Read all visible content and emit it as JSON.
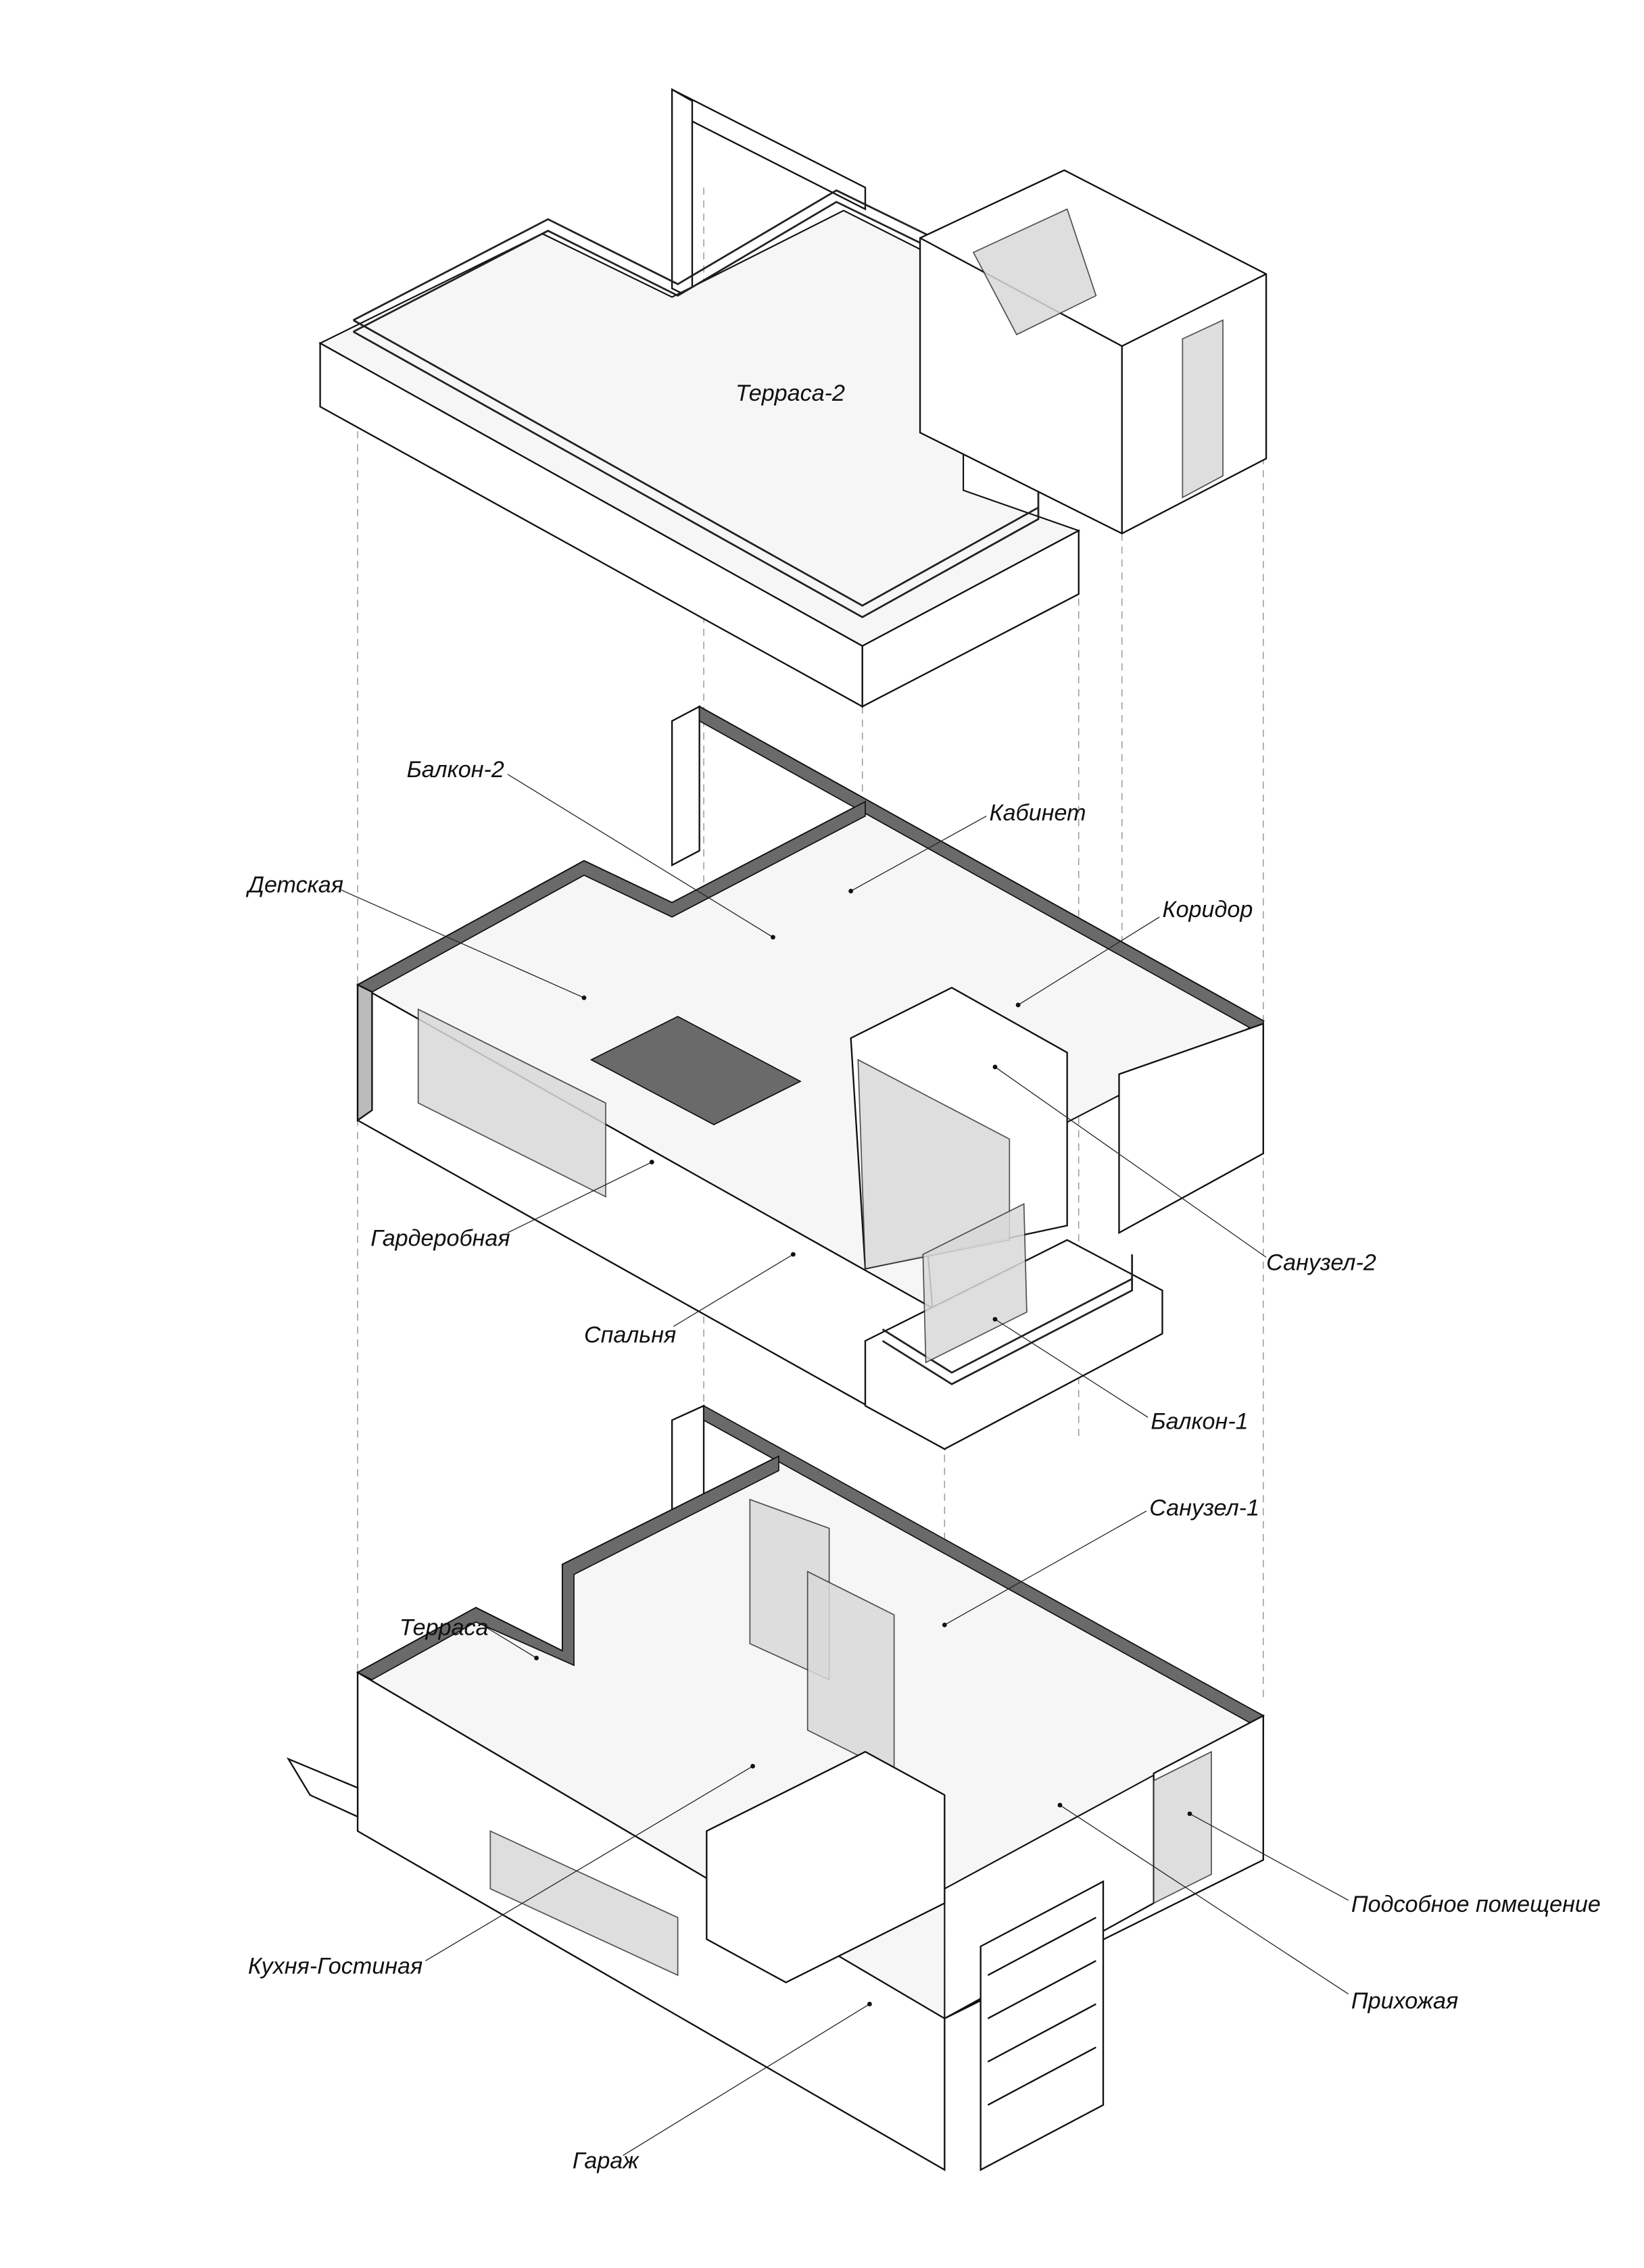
{
  "diagram": {
    "levels": {
      "roof": {
        "rooms": [
          "Терраса-2"
        ]
      },
      "second_floor": {
        "rooms": [
          "Балкон-2",
          "Кабинет",
          "Детская",
          "Коридор",
          "Гардеробная",
          "Санузел-2",
          "Спальня",
          "Балкон-1"
        ]
      },
      "first_floor": {
        "rooms": [
          "Санузел-1",
          "Терраса",
          "Подсобное помещение",
          "Кухня-Гостиная",
          "Прихожая",
          "Гараж"
        ]
      }
    },
    "labels": {
      "terrace2": "Терраса-2",
      "balcony2": "Балкон-2",
      "study": "Кабинет",
      "kids": "Детская",
      "corridor": "Коридор",
      "wardrobe": "Гардеробная",
      "bath2": "Санузел-2",
      "bedroom": "Спальня",
      "balcony1": "Балкон-1",
      "bath1": "Санузел-1",
      "terrace": "Терраса",
      "utility": "Подсобное помещение",
      "kitchen_living": "Кухня-Гостиная",
      "hall": "Прихожая",
      "garage": "Гараж"
    }
  }
}
